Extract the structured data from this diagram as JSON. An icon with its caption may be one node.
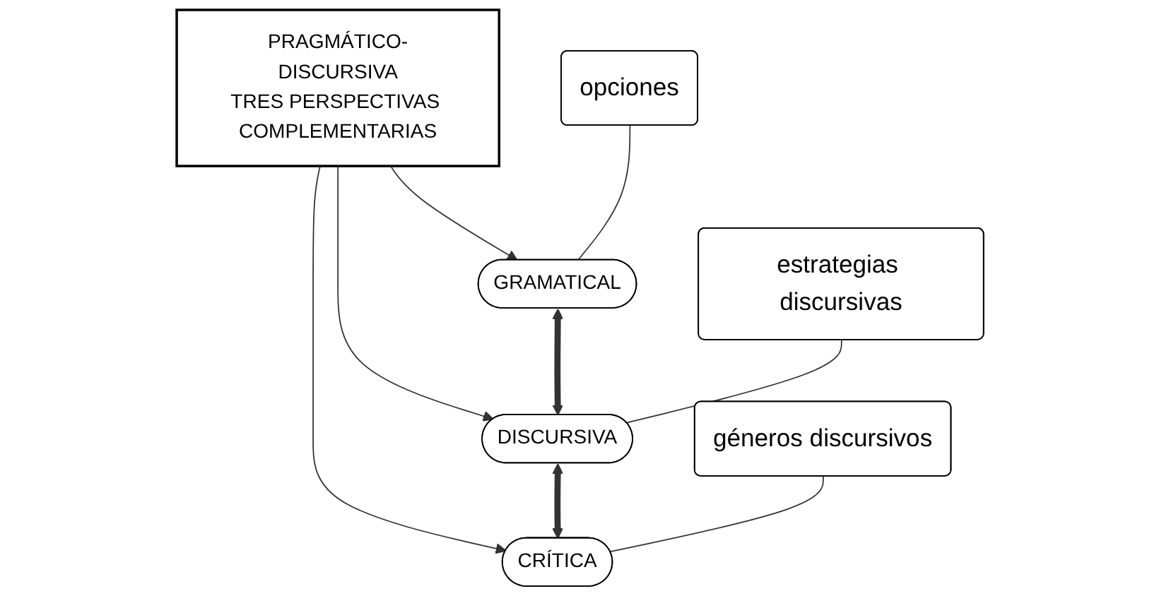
{
  "diagram": {
    "nodes": [
      {
        "text": [
          "PRAGMÁTICO-DISCURSIVA",
          "TRES PERSPECTIVAS COMPLEMENTARIAS"
        ]
      },
      {
        "text": [
          "GRAMATICAL"
        ]
      },
      {
        "text": [
          "DISCURSIVA"
        ]
      },
      {
        "text": [
          "CRÍTICA"
        ]
      },
      {
        "text": [
          "opciones"
        ]
      },
      {
        "text": [
          "estrategias discursivas"
        ]
      },
      {
        "text": [
          "géneros discursivos"
        ]
      }
    ],
    "edges": [
      {
        "from": 0,
        "to": 1,
        "arrow": "to"
      },
      {
        "from": 0,
        "to": 2,
        "arrow": "to"
      },
      {
        "from": 0,
        "to": 3,
        "arrow": "to"
      },
      {
        "from": 1,
        "to": 2,
        "arrow": "both",
        "style": "thick"
      },
      {
        "from": 2,
        "to": 3,
        "arrow": "both",
        "style": "thick"
      },
      {
        "from": 4,
        "to": 1,
        "arrow": "none"
      },
      {
        "from": 5,
        "to": 2,
        "arrow": "none"
      },
      {
        "from": 6,
        "to": 3,
        "arrow": "none"
      }
    ]
  }
}
